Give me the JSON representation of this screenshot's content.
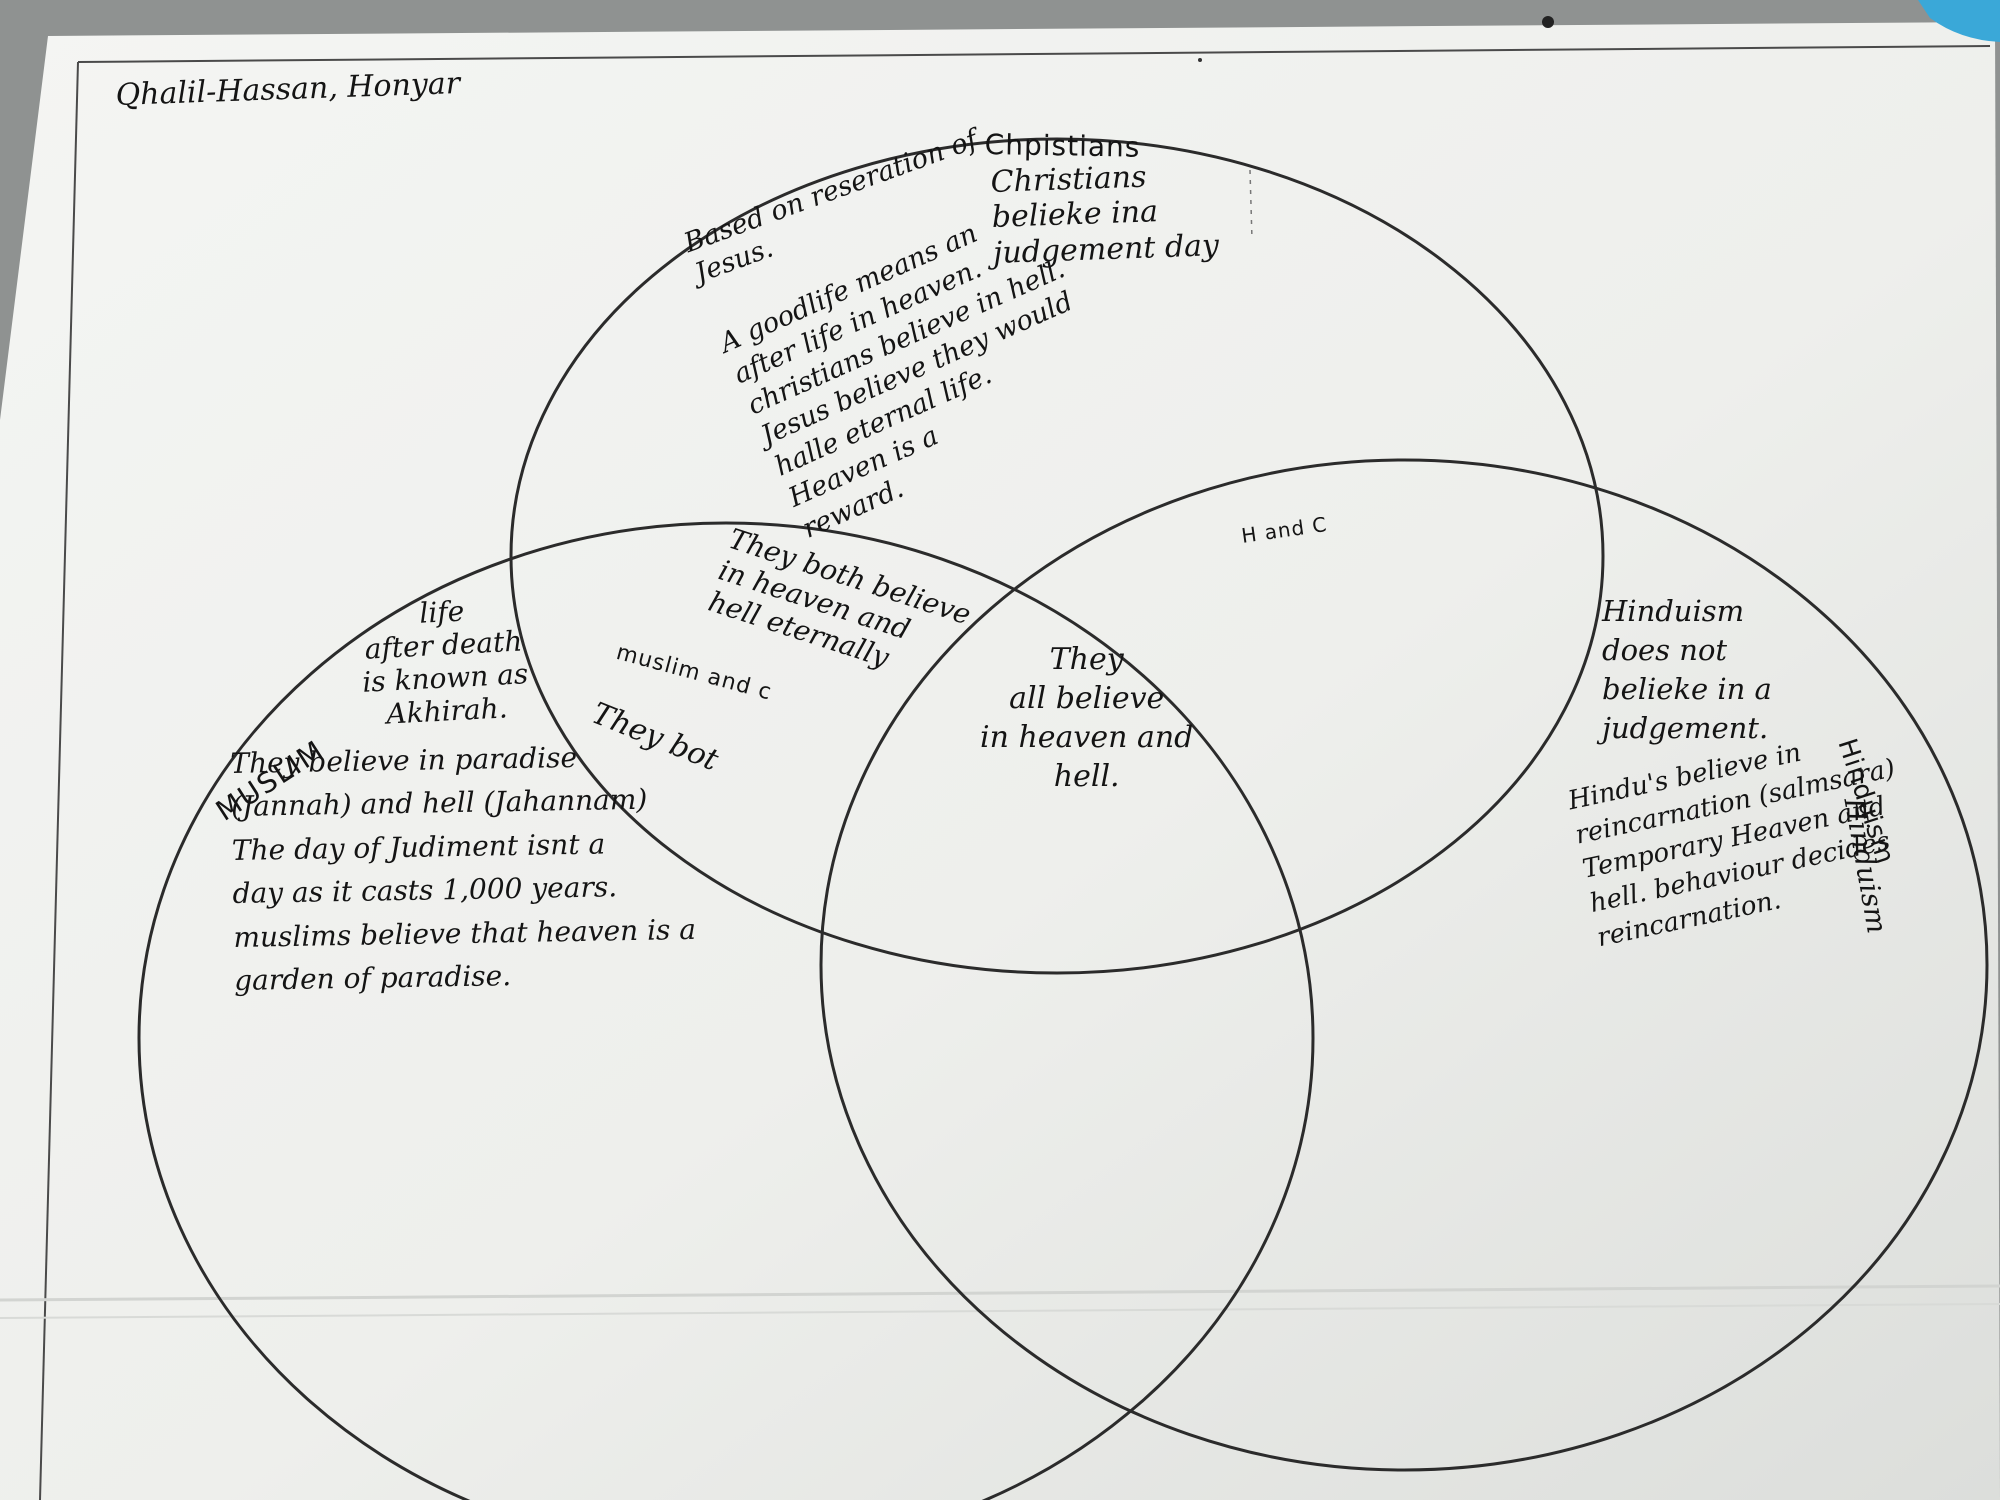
{
  "page": {
    "student_name": "Qhalil-Hassan, Honyar"
  },
  "venn": {
    "christians": {
      "label": "Chpistians",
      "note_judgement": "Christians\nbelieke ina\njudgement day",
      "note_resurrection": "Based on reseration of\nJesus.",
      "note_afterlife": "A goodlife means an\nafter life in heaven.\nchristians believe in hell.\nJesus believe they would\nhalle eternal life.\nHeaven is a\nreward."
    },
    "muslim": {
      "label": "MUSLIM",
      "note_akhirah": "life\nafter death\nis known as\nAkhirah.",
      "note_paradise": "They believe in paradise\n(Jannah) and hell (Jahannam)\nThe day of Judiment isnt a\nday as it casts 1,000 years.\nmuslims believe that heaven is a\ngarden of paradise."
    },
    "overlap_muslim_christian": {
      "note": "They both believe\nin heaven and\nhell eternally",
      "label": "muslim and c",
      "unfinished": "They bot"
    },
    "overlap_hindu_christian": {
      "label": "H and C"
    },
    "center": {
      "note": "They\nall believe\nin heaven and\nhell."
    },
    "hinduism": {
      "label": "Hinduism",
      "label_repeat": "Hinduism",
      "note_judgement": "Hinduism\ndoes not\nbelieke in a\njudgement.",
      "note_reincarnation": "Hindu's believe in\nreincarnation (salmsara)\nTemporary Heaven and\nhell. behaviour decides\nreincarnation."
    }
  }
}
